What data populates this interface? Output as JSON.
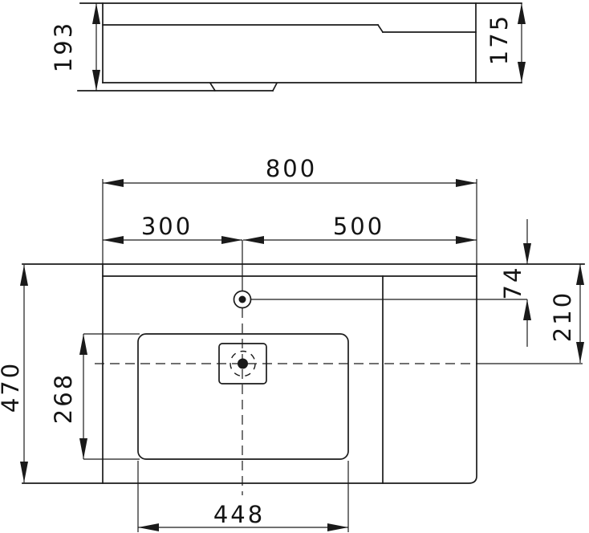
{
  "page": {
    "background_color": "#ffffff",
    "line_color": "#1a1a1a",
    "content": "technical dimension drawing of a washbasin, side profile view above and plan view below"
  },
  "drawing": {
    "views": {
      "side_view": {
        "name": "side profile view",
        "dimensions": {
          "total_height": "193",
          "front_height": "175"
        }
      },
      "top_view": {
        "name": "plan view",
        "dimensions": {
          "overall_width": "800",
          "tap_from_left": "300",
          "tap_from_right": "500",
          "tap_from_back": "74",
          "drain_from_back": "210",
          "overall_depth": "470",
          "bowl_depth": "268",
          "bowl_width": "448"
        }
      }
    }
  }
}
